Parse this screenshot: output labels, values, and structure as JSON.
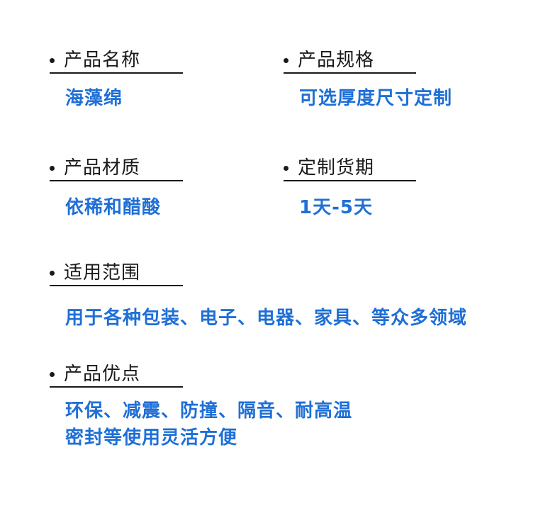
{
  "product_name": {
    "label": "产品名称",
    "value": "海藻绵"
  },
  "product_spec": {
    "label": "产品规格",
    "value": "可选厚度尺寸定制"
  },
  "product_material": {
    "label": "产品材质",
    "value": "依稀和醋酸"
  },
  "delivery_time": {
    "label": "定制货期",
    "value": "1天-5天"
  },
  "application_scope": {
    "label": "适用范围",
    "value": "用于各种包装、电子、电器、家具、等众多领域"
  },
  "product_advantages": {
    "label": "产品优点",
    "lines": [
      "环保、减震、防撞、隔音、耐高温",
      "密封等使用灵活方便"
    ]
  },
  "colors": {
    "label_text": "#1a1a1a",
    "value_text": "#1f6fd6",
    "background": "#ffffff"
  }
}
